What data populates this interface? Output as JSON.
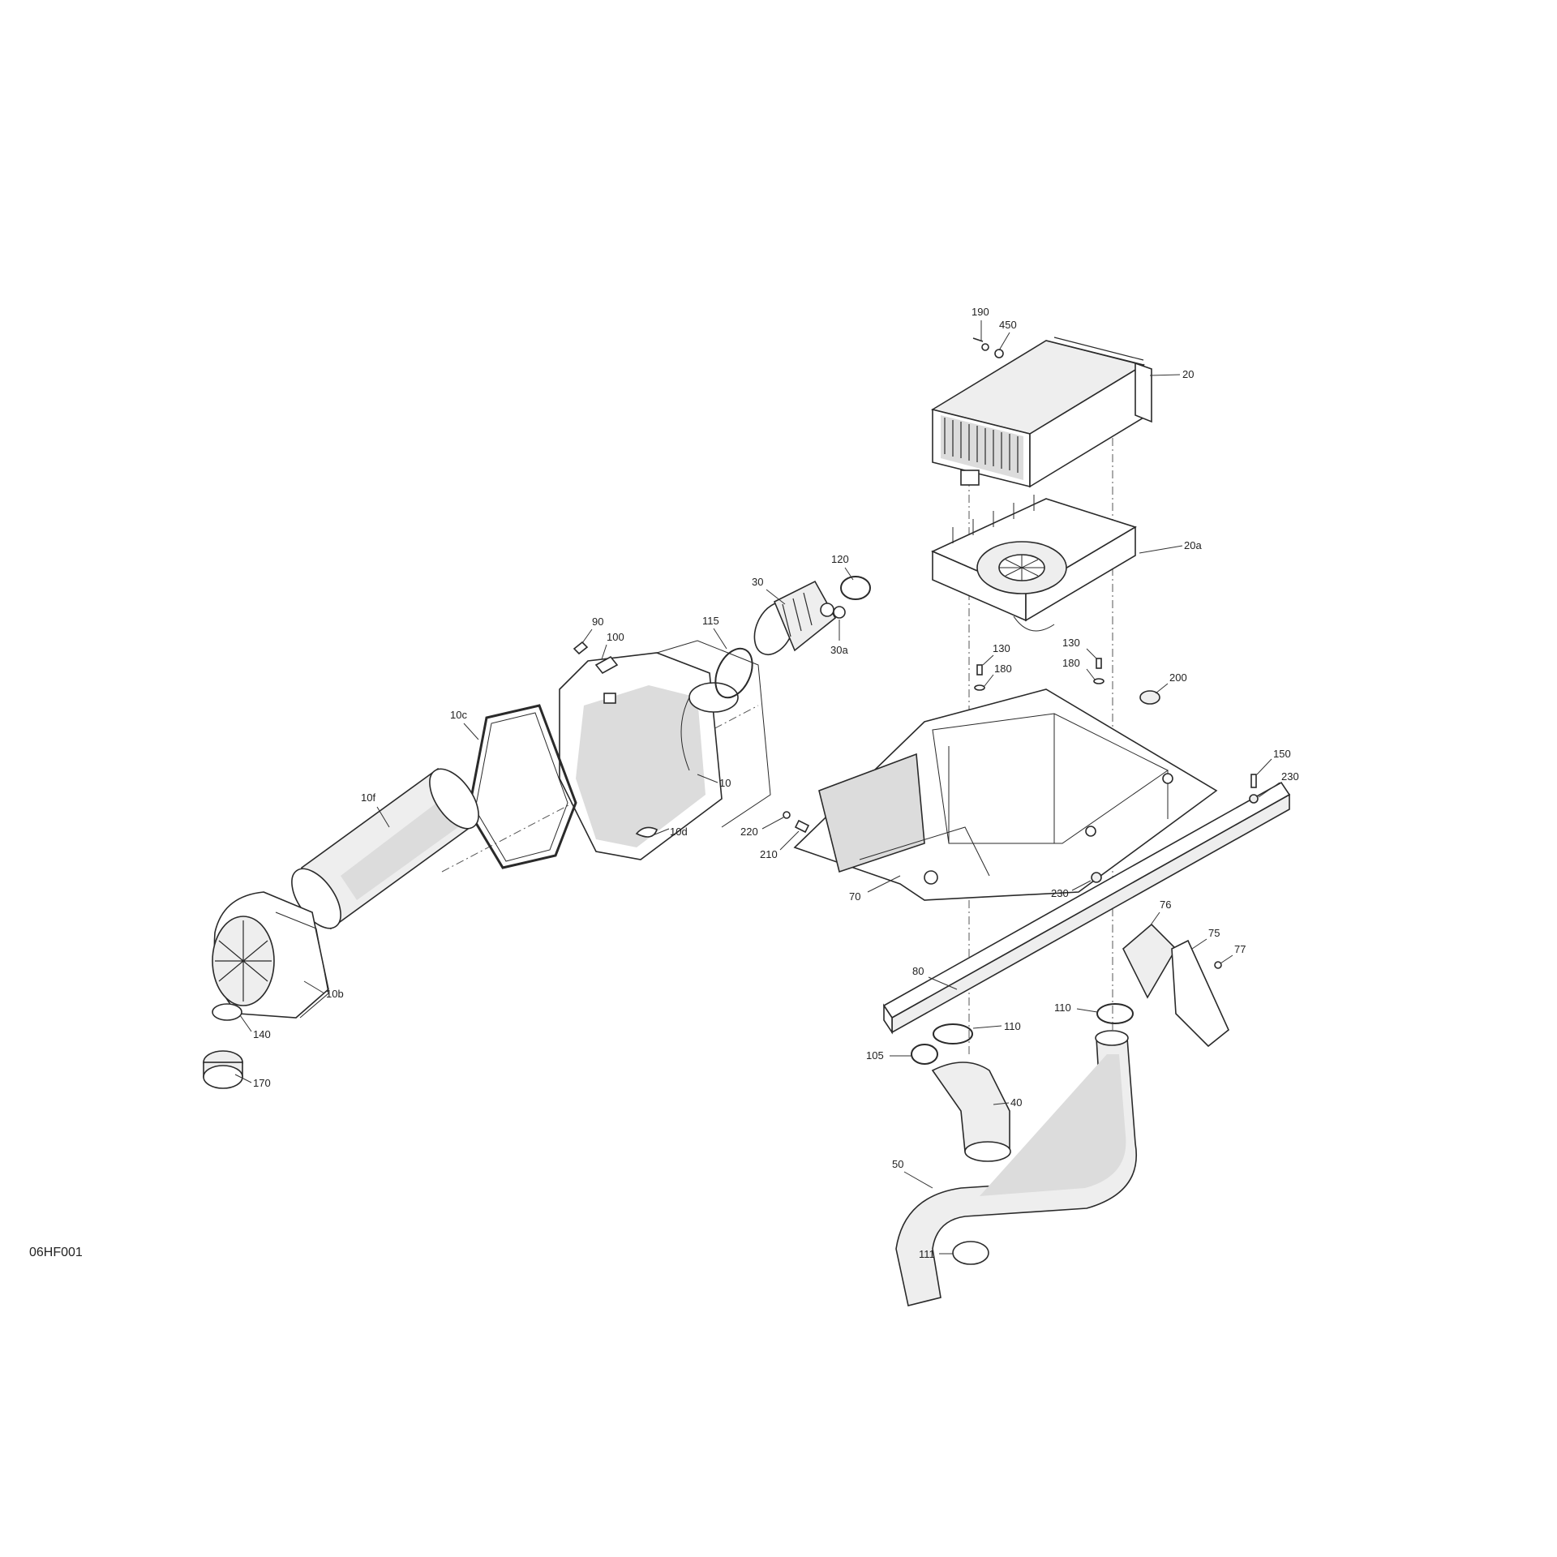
{
  "drawing_code": "06HF001",
  "callouts": [
    {
      "id": "190",
      "label": "190"
    },
    {
      "id": "450",
      "label": "450"
    },
    {
      "id": "20",
      "label": "20"
    },
    {
      "id": "20a",
      "label": "20a"
    },
    {
      "id": "120",
      "label": "120"
    },
    {
      "id": "30",
      "label": "30"
    },
    {
      "id": "30a",
      "label": "30a"
    },
    {
      "id": "115",
      "label": "115"
    },
    {
      "id": "90",
      "label": "90"
    },
    {
      "id": "100",
      "label": "100"
    },
    {
      "id": "130a",
      "label": "130"
    },
    {
      "id": "180a",
      "label": "180"
    },
    {
      "id": "130b",
      "label": "130"
    },
    {
      "id": "180b",
      "label": "180"
    },
    {
      "id": "200",
      "label": "200"
    },
    {
      "id": "150",
      "label": "150"
    },
    {
      "id": "230a",
      "label": "230"
    },
    {
      "id": "10c",
      "label": "10c"
    },
    {
      "id": "10",
      "label": "10"
    },
    {
      "id": "10d",
      "label": "10d"
    },
    {
      "id": "10f",
      "label": "10f"
    },
    {
      "id": "220",
      "label": "220"
    },
    {
      "id": "210",
      "label": "210"
    },
    {
      "id": "70",
      "label": "70"
    },
    {
      "id": "230b",
      "label": "230"
    },
    {
      "id": "76",
      "label": "76"
    },
    {
      "id": "75",
      "label": "75"
    },
    {
      "id": "77",
      "label": "77"
    },
    {
      "id": "80",
      "label": "80"
    },
    {
      "id": "10b",
      "label": "10b"
    },
    {
      "id": "140",
      "label": "140"
    },
    {
      "id": "110a",
      "label": "110"
    },
    {
      "id": "110b",
      "label": "110"
    },
    {
      "id": "105",
      "label": "105"
    },
    {
      "id": "40",
      "label": "40"
    },
    {
      "id": "170",
      "label": "170"
    },
    {
      "id": "50",
      "label": "50"
    },
    {
      "id": "111",
      "label": "111"
    }
  ]
}
